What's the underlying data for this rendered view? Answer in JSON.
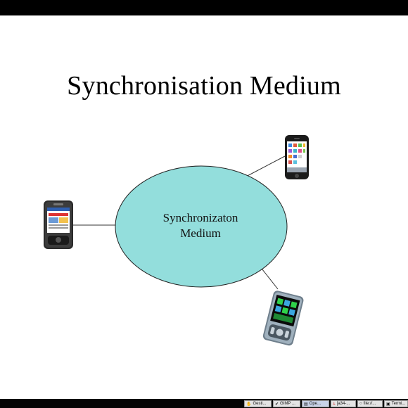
{
  "slide": {
    "title": "Synchronisation Medium",
    "ellipse_line1": "Synchronizaton",
    "ellipse_line2": "Medium"
  },
  "colors": {
    "ellipse_fill": "#93dedc",
    "bars": "#000000",
    "background": "#ffffff"
  },
  "devices": [
    {
      "name": "pda-device",
      "icon": "windows-mobile-pda"
    },
    {
      "name": "iphone-device",
      "icon": "iphone"
    },
    {
      "name": "tablet-pda-device",
      "icon": "pocket-pc-tablet"
    }
  ],
  "taskbar": {
    "items": [
      {
        "label": "Gesti...",
        "icon": "hand-icon"
      },
      {
        "label": "GIMP ...",
        "icon": "brush-icon"
      },
      {
        "label": "Ope...",
        "icon": "document-icon",
        "active": true
      },
      {
        "label": "[a34-...",
        "icon": "pdf-icon"
      },
      {
        "label": "file://...",
        "icon": "browser-icon"
      },
      {
        "label": "Termi...",
        "icon": "terminal-icon"
      }
    ]
  }
}
